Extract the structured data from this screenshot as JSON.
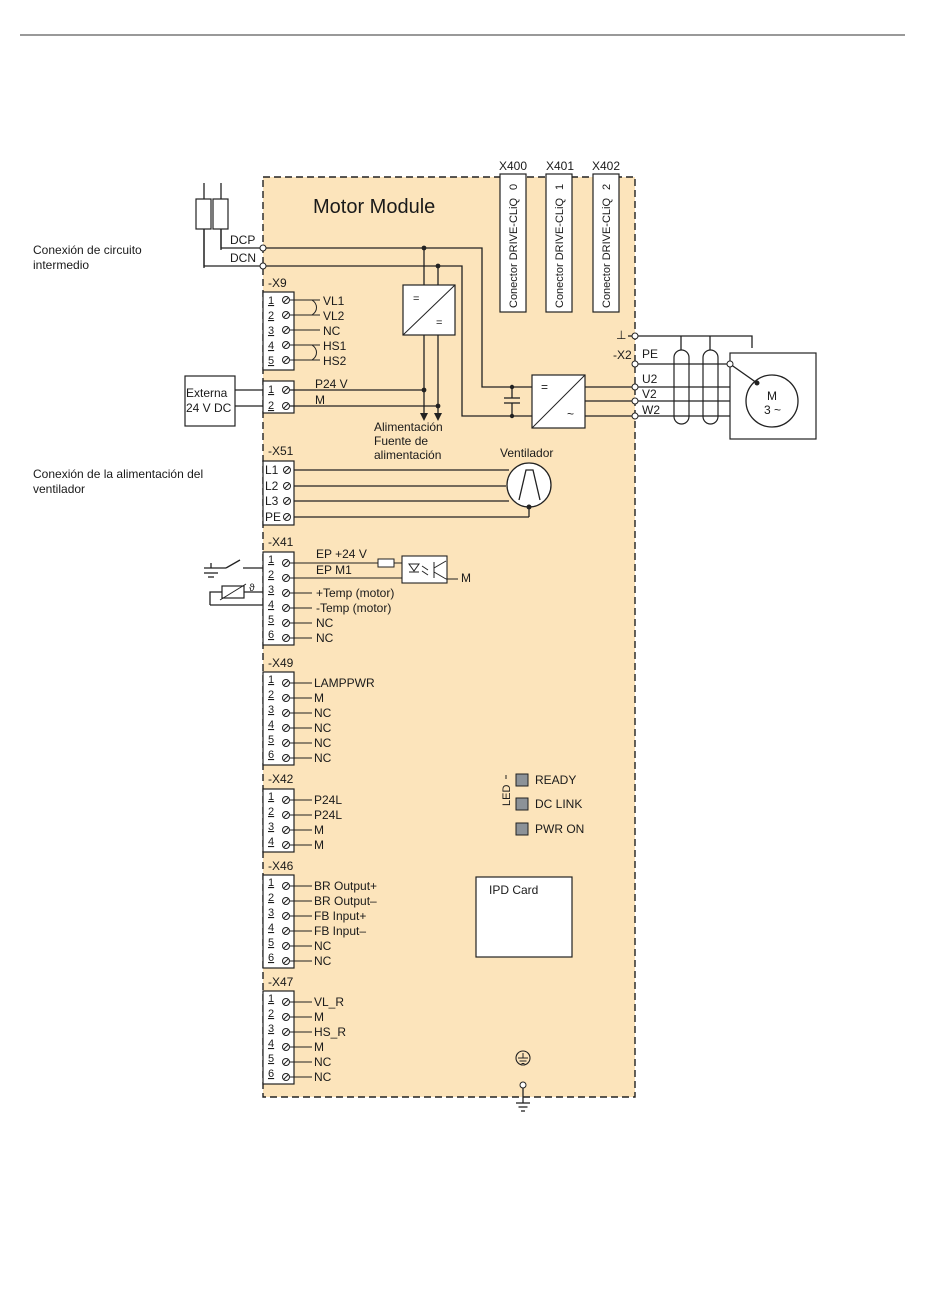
{
  "module_title": "Motor Module",
  "dc_link": {
    "label": "Conexión de circuito intermedio",
    "label_lines": [
      "Conexión de circuito",
      "intermedio"
    ],
    "dcp": "DCP",
    "dcn": "DCN"
  },
  "drive_cliq": [
    {
      "id": "X400",
      "label": "Conector DRIVE-CLiQ",
      "num": "0"
    },
    {
      "id": "X401",
      "label": "Conector DRIVE-CLiQ",
      "num": "1"
    },
    {
      "id": "X402",
      "label": "Conector DRIVE-CLiQ",
      "num": "2"
    }
  ],
  "x9": {
    "name": "-X9",
    "pins": [
      {
        "num": "1",
        "label": "VL1"
      },
      {
        "num": "2",
        "label": "VL2"
      },
      {
        "num": "3",
        "label": "NC"
      },
      {
        "num": "4",
        "label": "HS1"
      },
      {
        "num": "5",
        "label": "HS2"
      }
    ]
  },
  "ext24": {
    "box_lines": [
      "Externa",
      "24 V DC"
    ],
    "pins": [
      {
        "num": "1",
        "label": "P24 V"
      },
      {
        "num": "2",
        "label": "M"
      }
    ]
  },
  "power_supply_lines": [
    "Alimentación",
    "Fuente de",
    "alimentación"
  ],
  "converter": {
    "eq": "=",
    "ac": "~"
  },
  "x2": {
    "name": "-X2",
    "ground_symbol": "⊥",
    "pins": [
      "PE",
      "U2",
      "V2",
      "W2"
    ]
  },
  "motor": {
    "label": "M",
    "sub": "3 ~"
  },
  "fan": {
    "label": "Ventilador",
    "conn_label_lines": [
      "Conexión de la alimentación del",
      "ventilador"
    ]
  },
  "x51": {
    "name": "-X51",
    "pins": [
      "L1",
      "L2",
      "L3",
      "PE"
    ]
  },
  "x41": {
    "name": "-X41",
    "output_label": "M",
    "theta": "ϑ",
    "pins": [
      {
        "num": "1",
        "label": "EP +24 V"
      },
      {
        "num": "2",
        "label": "EP M1"
      },
      {
        "num": "3",
        "label": "+Temp (motor)"
      },
      {
        "num": "4",
        "label": "-Temp (motor)"
      },
      {
        "num": "5",
        "label": "NC"
      },
      {
        "num": "6",
        "label": "NC"
      }
    ]
  },
  "x49": {
    "name": "-X49",
    "pins": [
      {
        "num": "1",
        "label": "LAMPPWR"
      },
      {
        "num": "2",
        "label": "M"
      },
      {
        "num": "3",
        "label": "NC"
      },
      {
        "num": "4",
        "label": "NC"
      },
      {
        "num": "5",
        "label": "NC"
      },
      {
        "num": "6",
        "label": "NC"
      }
    ]
  },
  "x42": {
    "name": "-X42",
    "pins": [
      {
        "num": "1",
        "label": "P24L"
      },
      {
        "num": "2",
        "label": "P24L"
      },
      {
        "num": "3",
        "label": "M"
      },
      {
        "num": "4",
        "label": "M"
      }
    ]
  },
  "x46": {
    "name": "-X46",
    "pins": [
      {
        "num": "1",
        "label": "BR Output+"
      },
      {
        "num": "2",
        "label": "BR Output–"
      },
      {
        "num": "3",
        "label": "FB Input+"
      },
      {
        "num": "4",
        "label": "FB Input–"
      },
      {
        "num": "5",
        "label": "NC"
      },
      {
        "num": "6",
        "label": "NC"
      }
    ]
  },
  "x47": {
    "name": "-X47",
    "pins": [
      {
        "num": "1",
        "label": "VL_R"
      },
      {
        "num": "2",
        "label": "M"
      },
      {
        "num": "3",
        "label": "HS_R"
      },
      {
        "num": "4",
        "label": "M"
      },
      {
        "num": "5",
        "label": "NC"
      },
      {
        "num": "6",
        "label": "NC"
      }
    ]
  },
  "leds": {
    "group_label": "LED",
    "items": [
      "READY",
      "DC LINK",
      "PWR ON"
    ],
    "color": "#8c9298"
  },
  "ipd_card": "IPD Card",
  "colors": {
    "module_fill": "#fce4bb",
    "line": "#222222"
  }
}
